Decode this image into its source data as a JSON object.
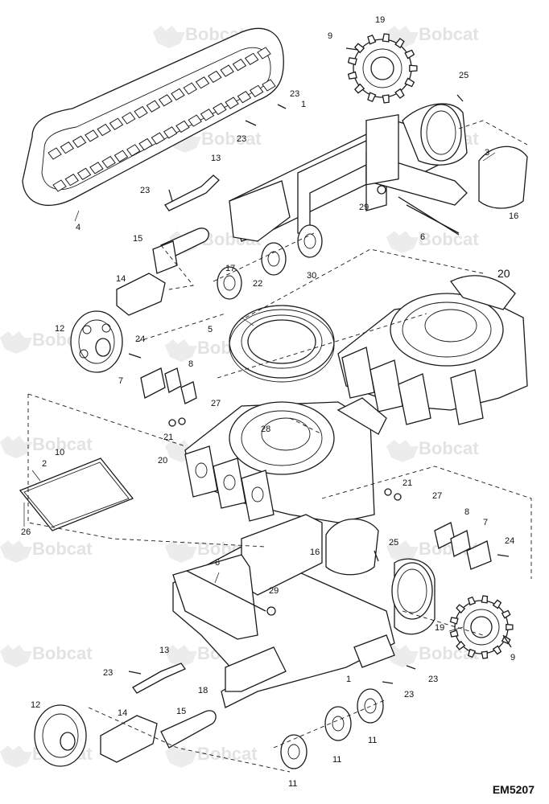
{
  "watermark": {
    "brand": "Bobcat"
  },
  "figure_code": "EM5207",
  "callouts": [
    {
      "id": "c1a",
      "label": "1"
    },
    {
      "id": "c1b",
      "label": "1"
    },
    {
      "id": "c2",
      "label": "2"
    },
    {
      "id": "c3",
      "label": "3"
    },
    {
      "id": "c4",
      "label": "4"
    },
    {
      "id": "c5",
      "label": "5"
    },
    {
      "id": "c6a",
      "label": "6"
    },
    {
      "id": "c6b",
      "label": "6"
    },
    {
      "id": "c7a",
      "label": "7"
    },
    {
      "id": "c7b",
      "label": "7"
    },
    {
      "id": "c8a",
      "label": "8"
    },
    {
      "id": "c8b",
      "label": "8"
    },
    {
      "id": "c9a",
      "label": "9"
    },
    {
      "id": "c9b",
      "label": "9"
    },
    {
      "id": "c10",
      "label": "10"
    },
    {
      "id": "c11a",
      "label": "11"
    },
    {
      "id": "c11b",
      "label": "11"
    },
    {
      "id": "c11c",
      "label": "11"
    },
    {
      "id": "c12a",
      "label": "12"
    },
    {
      "id": "c12b",
      "label": "12"
    },
    {
      "id": "c13a",
      "label": "13"
    },
    {
      "id": "c13b",
      "label": "13"
    },
    {
      "id": "c14a",
      "label": "14"
    },
    {
      "id": "c14b",
      "label": "14"
    },
    {
      "id": "c15a",
      "label": "15"
    },
    {
      "id": "c15b",
      "label": "15"
    },
    {
      "id": "c16a",
      "label": "16"
    },
    {
      "id": "c16b",
      "label": "16"
    },
    {
      "id": "c17",
      "label": "17"
    },
    {
      "id": "c18",
      "label": "18"
    },
    {
      "id": "c19a",
      "label": "19"
    },
    {
      "id": "c19b",
      "label": "19"
    },
    {
      "id": "c20a",
      "label": "20"
    },
    {
      "id": "c20b",
      "label": "20"
    },
    {
      "id": "c21a",
      "label": "21"
    },
    {
      "id": "c21b",
      "label": "21"
    },
    {
      "id": "c22",
      "label": "22"
    },
    {
      "id": "c23a",
      "label": "23"
    },
    {
      "id": "c23b",
      "label": "23"
    },
    {
      "id": "c23c",
      "label": "23"
    },
    {
      "id": "c23d",
      "label": "23"
    },
    {
      "id": "c23e",
      "label": "23"
    },
    {
      "id": "c23f",
      "label": "23"
    },
    {
      "id": "c24a",
      "label": "24"
    },
    {
      "id": "c24b",
      "label": "24"
    },
    {
      "id": "c25a",
      "label": "25"
    },
    {
      "id": "c25b",
      "label": "25"
    },
    {
      "id": "c26",
      "label": "26"
    },
    {
      "id": "c27a",
      "label": "27"
    },
    {
      "id": "c27b",
      "label": "27"
    },
    {
      "id": "c28",
      "label": "28"
    },
    {
      "id": "c29a",
      "label": "29"
    },
    {
      "id": "c29b",
      "label": "29"
    },
    {
      "id": "c30",
      "label": "30"
    }
  ]
}
